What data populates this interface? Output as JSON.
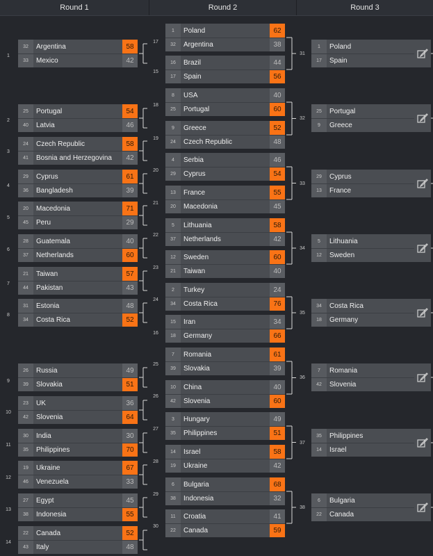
{
  "header": {
    "rounds": [
      "Round 1",
      "Round 2",
      "Round 3"
    ]
  },
  "colors": {
    "background": "#25272c",
    "winner": "#f97316",
    "row": "#4a4d52"
  },
  "round1": [
    {
      "num": "1",
      "a": {
        "seed": "32",
        "name": "Argentina",
        "score": "58",
        "win": true
      },
      "b": {
        "seed": "33",
        "name": "Mexico",
        "score": "42",
        "win": false
      }
    },
    {
      "num": "2",
      "a": {
        "seed": "25",
        "name": "Portugal",
        "score": "54",
        "win": true
      },
      "b": {
        "seed": "40",
        "name": "Latvia",
        "score": "46",
        "win": false
      }
    },
    {
      "num": "3",
      "a": {
        "seed": "24",
        "name": "Czech Republic",
        "score": "58",
        "win": true
      },
      "b": {
        "seed": "41",
        "name": "Bosnia and Herzegovina",
        "score": "42",
        "win": false
      }
    },
    {
      "num": "4",
      "a": {
        "seed": "29",
        "name": "Cyprus",
        "score": "61",
        "win": true
      },
      "b": {
        "seed": "36",
        "name": "Bangladesh",
        "score": "39",
        "win": false
      }
    },
    {
      "num": "5",
      "a": {
        "seed": "20",
        "name": "Macedonia",
        "score": "71",
        "win": true
      },
      "b": {
        "seed": "45",
        "name": "Peru",
        "score": "29",
        "win": false
      }
    },
    {
      "num": "6",
      "a": {
        "seed": "28",
        "name": "Guatemala",
        "score": "40",
        "win": false
      },
      "b": {
        "seed": "37",
        "name": "Netherlands",
        "score": "60",
        "win": true
      }
    },
    {
      "num": "7",
      "a": {
        "seed": "21",
        "name": "Taiwan",
        "score": "57",
        "win": true
      },
      "b": {
        "seed": "44",
        "name": "Pakistan",
        "score": "43",
        "win": false
      }
    },
    {
      "num": "8",
      "a": {
        "seed": "31",
        "name": "Estonia",
        "score": "48",
        "win": false
      },
      "b": {
        "seed": "34",
        "name": "Costa Rica",
        "score": "52",
        "win": true
      }
    },
    {
      "num": "9",
      "a": {
        "seed": "26",
        "name": "Russia",
        "score": "49",
        "win": false
      },
      "b": {
        "seed": "39",
        "name": "Slovakia",
        "score": "51",
        "win": true
      }
    },
    {
      "num": "10",
      "a": {
        "seed": "23",
        "name": "UK",
        "score": "36",
        "win": false
      },
      "b": {
        "seed": "42",
        "name": "Slovenia",
        "score": "64",
        "win": true
      }
    },
    {
      "num": "11",
      "a": {
        "seed": "30",
        "name": "India",
        "score": "30",
        "win": false
      },
      "b": {
        "seed": "35",
        "name": "Philippines",
        "score": "70",
        "win": true
      }
    },
    {
      "num": "12",
      "a": {
        "seed": "19",
        "name": "Ukraine",
        "score": "67",
        "win": true
      },
      "b": {
        "seed": "46",
        "name": "Venezuela",
        "score": "33",
        "win": false
      }
    },
    {
      "num": "13",
      "a": {
        "seed": "27",
        "name": "Egypt",
        "score": "45",
        "win": false
      },
      "b": {
        "seed": "38",
        "name": "Indonesia",
        "score": "55",
        "win": true
      }
    },
    {
      "num": "14",
      "a": {
        "seed": "22",
        "name": "Canada",
        "score": "52",
        "win": true
      },
      "b": {
        "seed": "43",
        "name": "Italy",
        "score": "48",
        "win": false
      }
    }
  ],
  "round2": [
    {
      "num": "17",
      "a": {
        "seed": "1",
        "name": "Poland",
        "score": "62",
        "win": true
      },
      "b": {
        "seed": "32",
        "name": "Argentina",
        "score": "38",
        "win": false
      }
    },
    {
      "num": "15",
      "a": {
        "seed": "16",
        "name": "Brazil",
        "score": "44",
        "win": false
      },
      "b": {
        "seed": "17",
        "name": "Spain",
        "score": "56",
        "win": true
      }
    },
    {
      "num": "",
      "a": {
        "seed": "8",
        "name": "USA",
        "score": "40",
        "win": false
      },
      "b": {
        "seed": "25",
        "name": "Portugal",
        "score": "60",
        "win": true
      }
    },
    {
      "num": "18",
      "a": {
        "seed": "9",
        "name": "Greece",
        "score": "52",
        "win": true
      },
      "b": {
        "seed": "24",
        "name": "Czech Republic",
        "score": "48",
        "win": false
      }
    },
    {
      "num": "19",
      "a": {
        "seed": "4",
        "name": "Serbia",
        "score": "46",
        "win": false
      },
      "b": {
        "seed": "29",
        "name": "Cyprus",
        "score": "54",
        "win": true
      }
    },
    {
      "num": "20",
      "a": {
        "seed": "13",
        "name": "France",
        "score": "55",
        "win": true
      },
      "b": {
        "seed": "20",
        "name": "Macedonia",
        "score": "45",
        "win": false
      }
    },
    {
      "num": "21",
      "a": {
        "seed": "5",
        "name": "Lithuania",
        "score": "58",
        "win": true
      },
      "b": {
        "seed": "37",
        "name": "Netherlands",
        "score": "42",
        "win": false
      }
    },
    {
      "num": "22",
      "a": {
        "seed": "12",
        "name": "Sweden",
        "score": "60",
        "win": true
      },
      "b": {
        "seed": "21",
        "name": "Taiwan",
        "score": "40",
        "win": false
      }
    },
    {
      "num": "23",
      "a": {
        "seed": "2",
        "name": "Turkey",
        "score": "24",
        "win": false
      },
      "b": {
        "seed": "34",
        "name": "Costa Rica",
        "score": "76",
        "win": true
      }
    },
    {
      "num": "24",
      "a": {
        "seed": "15",
        "name": "Iran",
        "score": "34",
        "win": false
      },
      "b": {
        "seed": "18",
        "name": "Germany",
        "score": "66",
        "win": true
      }
    },
    {
      "num": "25",
      "a": {
        "seed": "7",
        "name": "Romania",
        "score": "61",
        "win": true
      },
      "b": {
        "seed": "39",
        "name": "Slovakia",
        "score": "39",
        "win": false
      }
    },
    {
      "num": "26",
      "a": {
        "seed": "10",
        "name": "China",
        "score": "40",
        "win": false
      },
      "b": {
        "seed": "42",
        "name": "Slovenia",
        "score": "60",
        "win": true
      }
    },
    {
      "num": "27",
      "a": {
        "seed": "3",
        "name": "Hungary",
        "score": "49",
        "win": false
      },
      "b": {
        "seed": "35",
        "name": "Philippines",
        "score": "51",
        "win": true
      }
    },
    {
      "num": "28",
      "a": {
        "seed": "14",
        "name": "Israel",
        "score": "58",
        "win": true
      },
      "b": {
        "seed": "19",
        "name": "Ukraine",
        "score": "42",
        "win": false
      }
    },
    {
      "num": "29",
      "a": {
        "seed": "6",
        "name": "Bulgaria",
        "score": "68",
        "win": true
      },
      "b": {
        "seed": "38",
        "name": "Indonesia",
        "score": "32",
        "win": false
      }
    },
    {
      "num": "30",
      "a": {
        "seed": "11",
        "name": "Croatia",
        "score": "41",
        "win": false
      },
      "b": {
        "seed": "22",
        "name": "Canada",
        "score": "59",
        "win": true
      }
    }
  ],
  "round2_side_labels": [
    "17",
    "15",
    "18",
    "19",
    "20",
    "21",
    "22",
    "23",
    "24",
    "16",
    "25",
    "26",
    "27",
    "28",
    "29",
    "30"
  ],
  "round3": [
    {
      "num": "31",
      "a": {
        "seed": "1",
        "name": "Poland"
      },
      "b": {
        "seed": "17",
        "name": "Spain"
      }
    },
    {
      "num": "32",
      "a": {
        "seed": "25",
        "name": "Portugal"
      },
      "b": {
        "seed": "9",
        "name": "Greece"
      }
    },
    {
      "num": "33",
      "a": {
        "seed": "29",
        "name": "Cyprus"
      },
      "b": {
        "seed": "13",
        "name": "France"
      }
    },
    {
      "num": "34",
      "a": {
        "seed": "5",
        "name": "Lithuania"
      },
      "b": {
        "seed": "12",
        "name": "Sweden"
      }
    },
    {
      "num": "35",
      "a": {
        "seed": "34",
        "name": "Costa Rica"
      },
      "b": {
        "seed": "18",
        "name": "Germany"
      }
    },
    {
      "num": "36",
      "a": {
        "seed": "7",
        "name": "Romania"
      },
      "b": {
        "seed": "42",
        "name": "Slovenia"
      }
    },
    {
      "num": "37",
      "a": {
        "seed": "35",
        "name": "Philippines"
      },
      "b": {
        "seed": "14",
        "name": "Israel"
      }
    },
    {
      "num": "38",
      "a": {
        "seed": "6",
        "name": "Bulgaria"
      },
      "b": {
        "seed": "22",
        "name": "Canada"
      }
    }
  ],
  "icons": {
    "edit": "edit-icon"
  }
}
